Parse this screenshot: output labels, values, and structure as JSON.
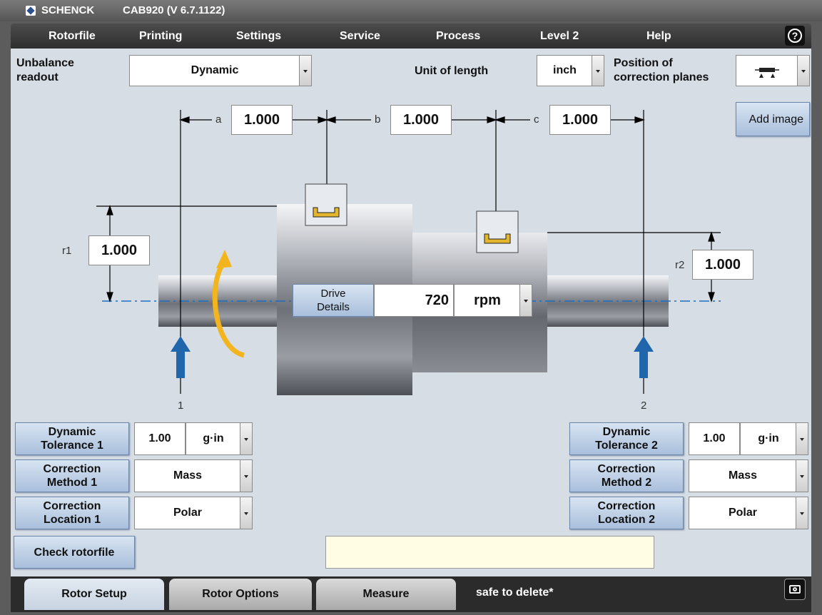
{
  "title_bar": {
    "brand": "SCHENCK",
    "version": "CAB920 (V 6.7.1122)"
  },
  "menu": [
    "Rotorfile",
    "Printing",
    "Settings",
    "Service",
    "Process",
    "Level 2",
    "Help"
  ],
  "header": {
    "unbalance_readout_label": "Unbalance\nreadout",
    "unbalance_readout_value": "Dynamic",
    "unit_of_length_label": "Unit of length",
    "unit_of_length_value": "inch",
    "position_label": "Position of\ncorrection planes"
  },
  "add_image_label": "Add image",
  "dimensions": {
    "a": {
      "letter": "a",
      "value": "1.000"
    },
    "b": {
      "letter": "b",
      "value": "1.000"
    },
    "c": {
      "letter": "c",
      "value": "1.000"
    },
    "r1": {
      "letter": "r1",
      "value": "1.000"
    },
    "r2": {
      "letter": "r2",
      "value": "1.000"
    }
  },
  "plane_labels": {
    "p1": "1",
    "p2": "2"
  },
  "drive": {
    "button_label": "Drive\nDetails",
    "speed": "720",
    "speed_unit": "rpm"
  },
  "plane1": {
    "tolerance_label": "Dynamic\nTolerance 1",
    "tolerance_value": "1.00",
    "tolerance_unit": "g·in",
    "method_label": "Correction\nMethod 1",
    "method_value": "Mass",
    "location_label": "Correction\nLocation 1",
    "location_value": "Polar"
  },
  "plane2": {
    "tolerance_label": "Dynamic\nTolerance 2",
    "tolerance_value": "1.00",
    "tolerance_unit": "g·in",
    "method_label": "Correction\nMethod 2",
    "method_value": "Mass",
    "location_label": "Correction\nLocation 2",
    "location_value": "Polar"
  },
  "check_rotorfile_label": "Check rotorfile",
  "message_box": "",
  "tabs": [
    "Rotor Setup",
    "Rotor Options",
    "Measure"
  ],
  "status_text": "safe to delete*"
}
